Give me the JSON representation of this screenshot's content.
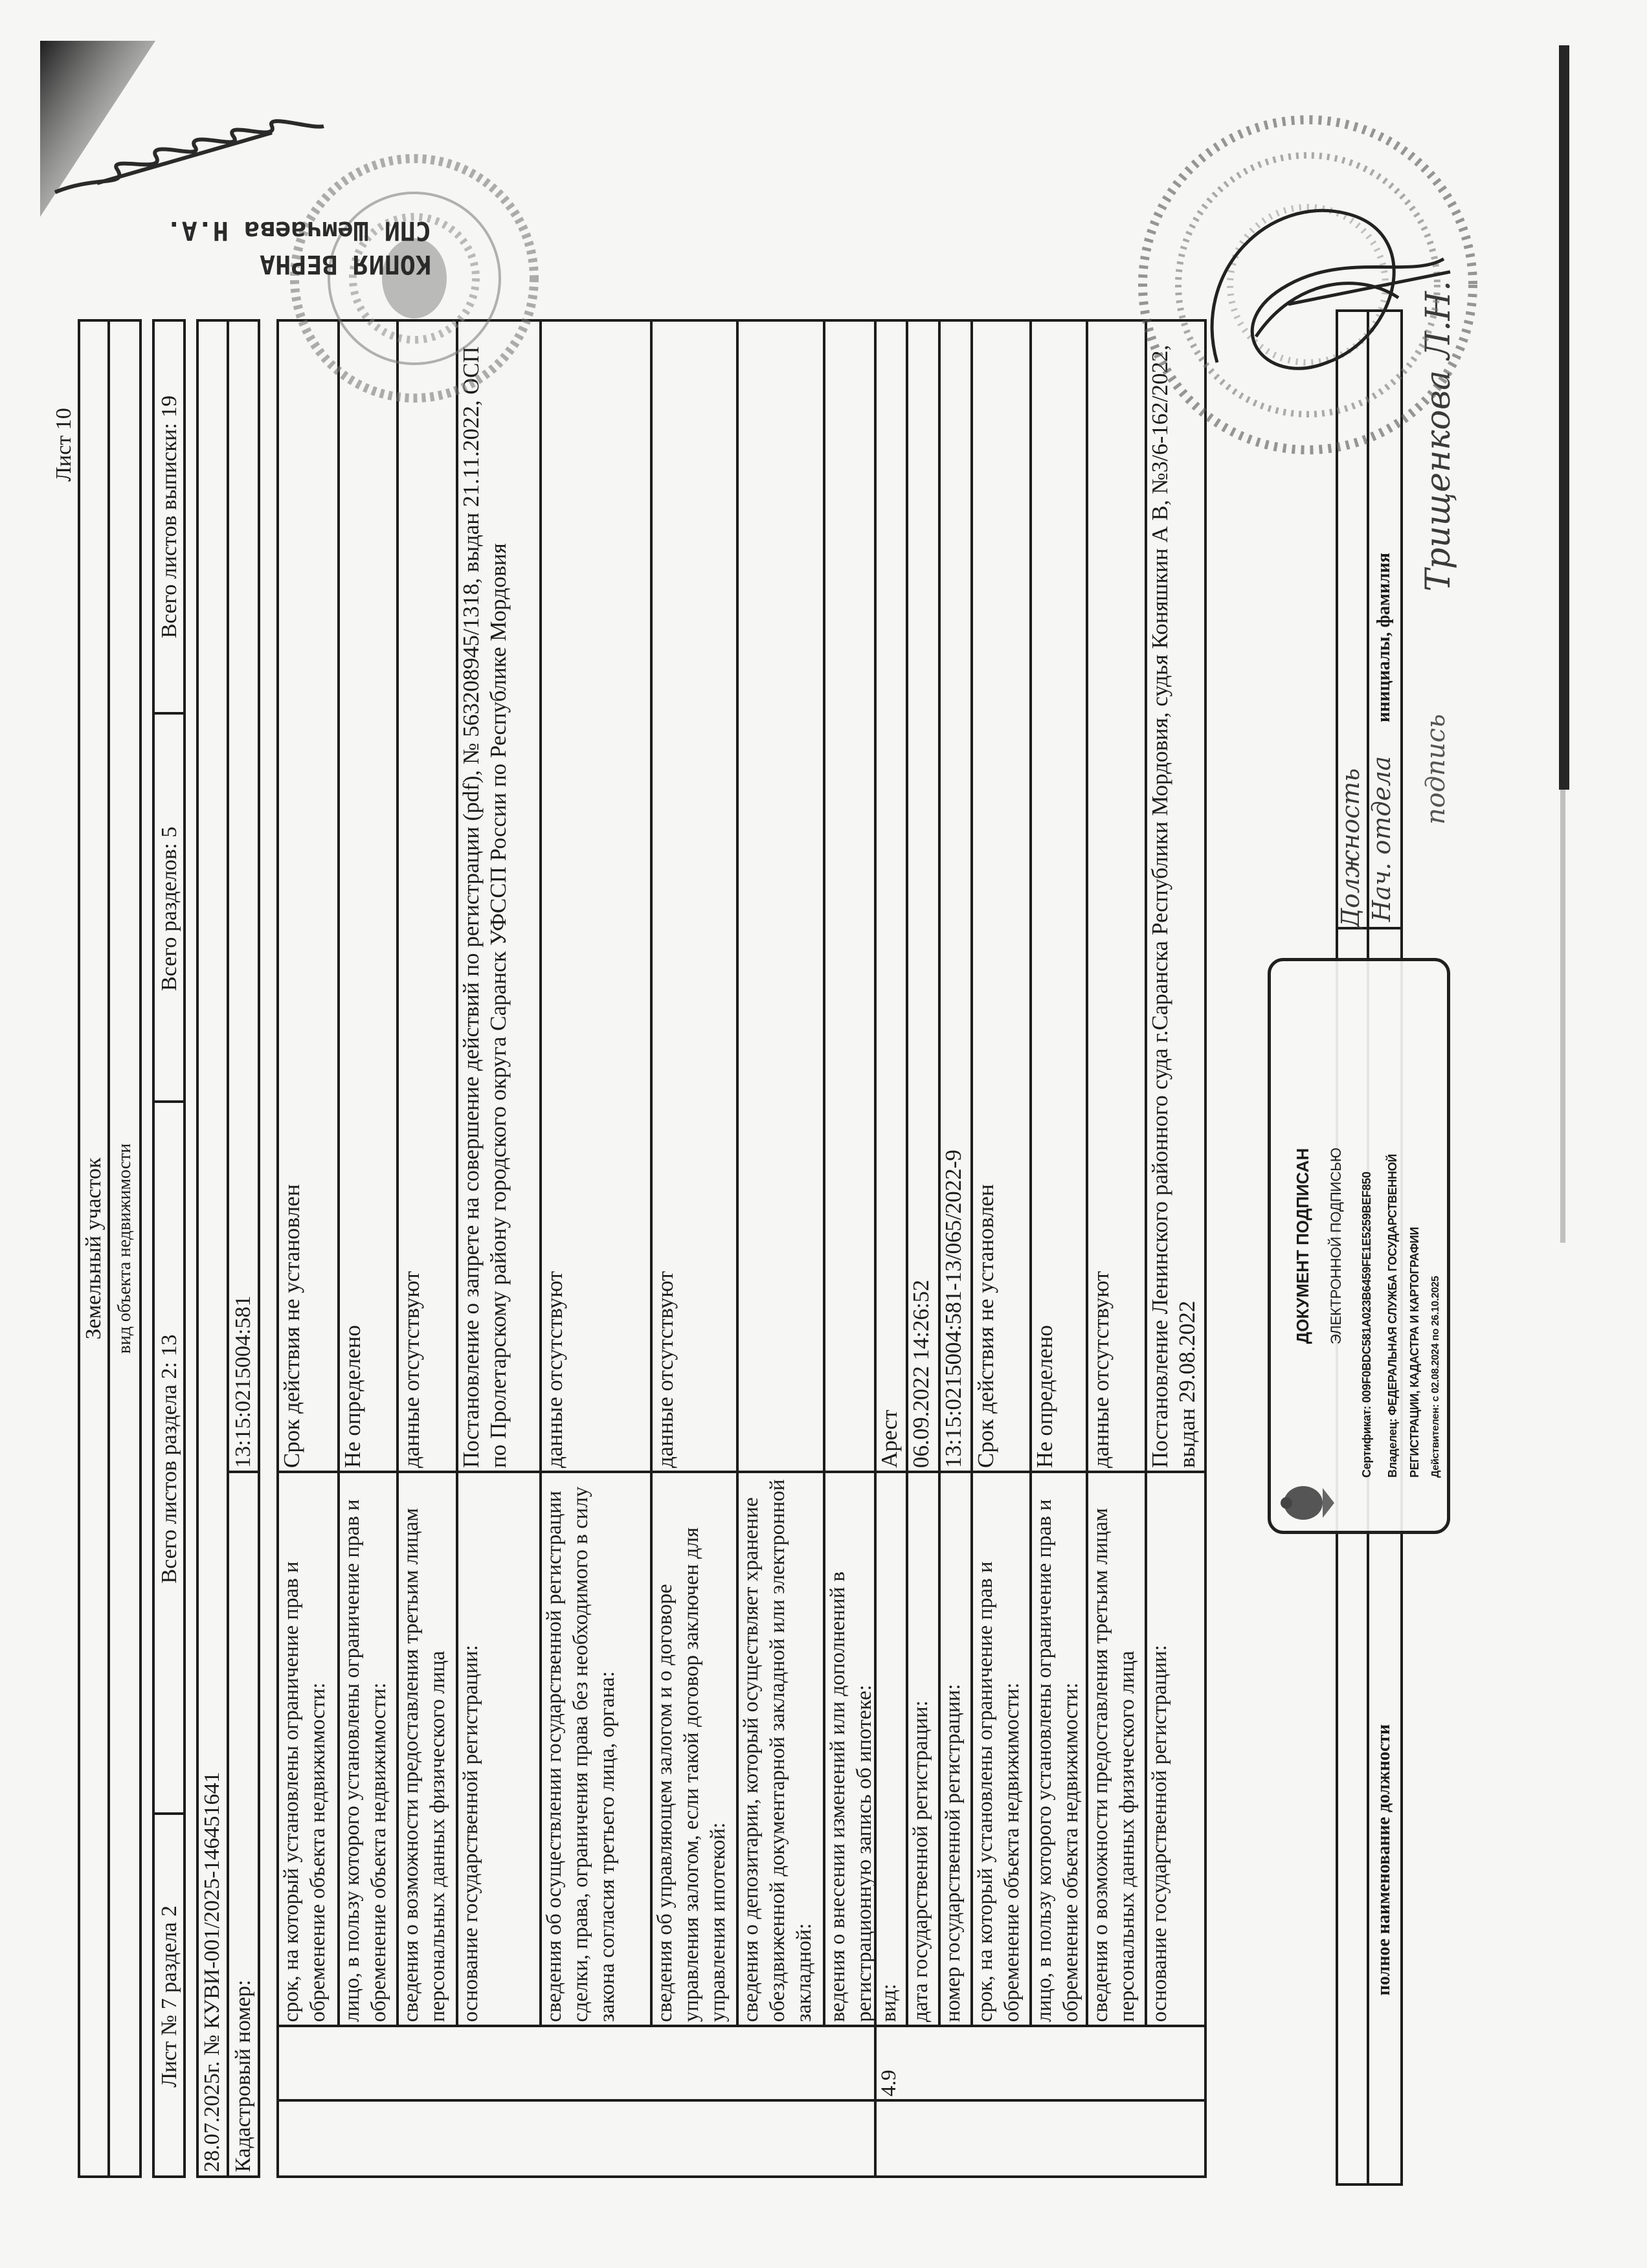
{
  "page_number": "Лист 10",
  "header": {
    "object_type": "Земельный участок",
    "object_type_caption": "вид объекта недвижимости",
    "sheet": "Лист № 7 раздела 2",
    "section_sheets": "Всего листов раздела 2: 13",
    "sections": "Всего разделов: 5",
    "total_sheets": "Всего листов выписки: 19",
    "extract": "28.07.2025г. № КУВИ-001/2025-146451641",
    "cadastral_label": "Кадастровый номер:",
    "cadastral_value": "13:15:0215004:581"
  },
  "table": {
    "section_number": "4.9",
    "rows": [
      {
        "label": "срок, на который установлены ограничение прав и обременение объекта недвижимости:",
        "value": "Срок действия не установлен"
      },
      {
        "label": "лицо, в пользу которого установлены ограничение прав и обременение объекта недвижимости:",
        "value": "Не определено"
      },
      {
        "label": "сведения о возможности предоставления третьим лицам персональных данных физического лица",
        "value": "данные отсутствуют"
      },
      {
        "label": "основание государственной регистрации:",
        "value": "Постановление о запрете на совершение действий по регистрации (pdf), № 563208945/1318, выдан 21.11.2022, ОСП по Пролетарскому району городского округа Саранск УФССП России по Республике Мордовия"
      },
      {
        "label": "сведения об осуществлении государственной регистрации сделки, права, ограничения права без необходимого в силу закона согласия третьего лица, органа:",
        "value": "данные отсутствуют"
      },
      {
        "label": "сведения об управляющем залогом и о договоре управления залогом, если такой договор заключен для управления ипотекой:",
        "value": "данные отсутствуют"
      },
      {
        "label": "сведения о депозитарии, который осуществляет хранение обездвиженной документарной закладной или электронной закладной:",
        "value": ""
      },
      {
        "label": "ведения о внесении изменений или дополнений в регистрационную запись об ипотеке:",
        "value": ""
      },
      {
        "label": "вид:",
        "value": "Арест"
      },
      {
        "label": "дата государственной регистрации:",
        "value": "06.09.2022 14:26:52"
      },
      {
        "label": "номер государственной регистрации:",
        "value": "13:15:0215004:581-13/065/2022-9"
      },
      {
        "label": "срок, на который установлены ограничение прав и обременение объекта недвижимости:",
        "value": "Срок действия не установлен"
      },
      {
        "label": "лицо, в пользу которого установлены ограничение прав и обременение объекта недвижимости:",
        "value": "Не определено"
      },
      {
        "label": "сведения о возможности предоставления третьим лицам персональных данных физического лица",
        "value": "данные отсутствуют"
      },
      {
        "label": "основание государственной регистрации:",
        "value": "Постановление Ленинского районного суда г.Саранска Республики Мордовия, судья Коняшкин А В, №3/6-162/2022, выдан 29.08.2022"
      }
    ]
  },
  "e_signature": {
    "title": "ДОКУМЕНТ ПОДПИСАН",
    "subtitle": "ЭЛЕКТРОННОЙ ПОДПИСЬЮ",
    "certificate": "Сертификат: 009F0BDC581A023B6459FE1E5259BEF850",
    "owner": "Владелец: ФЕДЕРАЛЬНАЯ СЛУЖБА ГОСУДАРСТВЕННОЙ",
    "owner_2": "РЕГИСТРАЦИИ, КАДАСТРА И КАРТОГРАФИИ",
    "validity": "Действителен: с 02.08.2024 по 26.10.2025"
  },
  "signature_block": {
    "position_caption": "полное наименование должности",
    "name_caption": "инициалы, фамилия",
    "signature_caption": "подпись",
    "handwritten_position": "Должность",
    "handwritten_position_2": "Нач. отдела",
    "handwritten_name": "Трищенкова Л.Н."
  },
  "stamps": {
    "copy_line1": "КОПИЯ ВЕРНА",
    "copy_line2": "СПИ Шемчаева Н.А."
  },
  "colors": {
    "ink": "#1b1b1b",
    "paper": "#f6f6f4",
    "stamp": "#707070"
  }
}
